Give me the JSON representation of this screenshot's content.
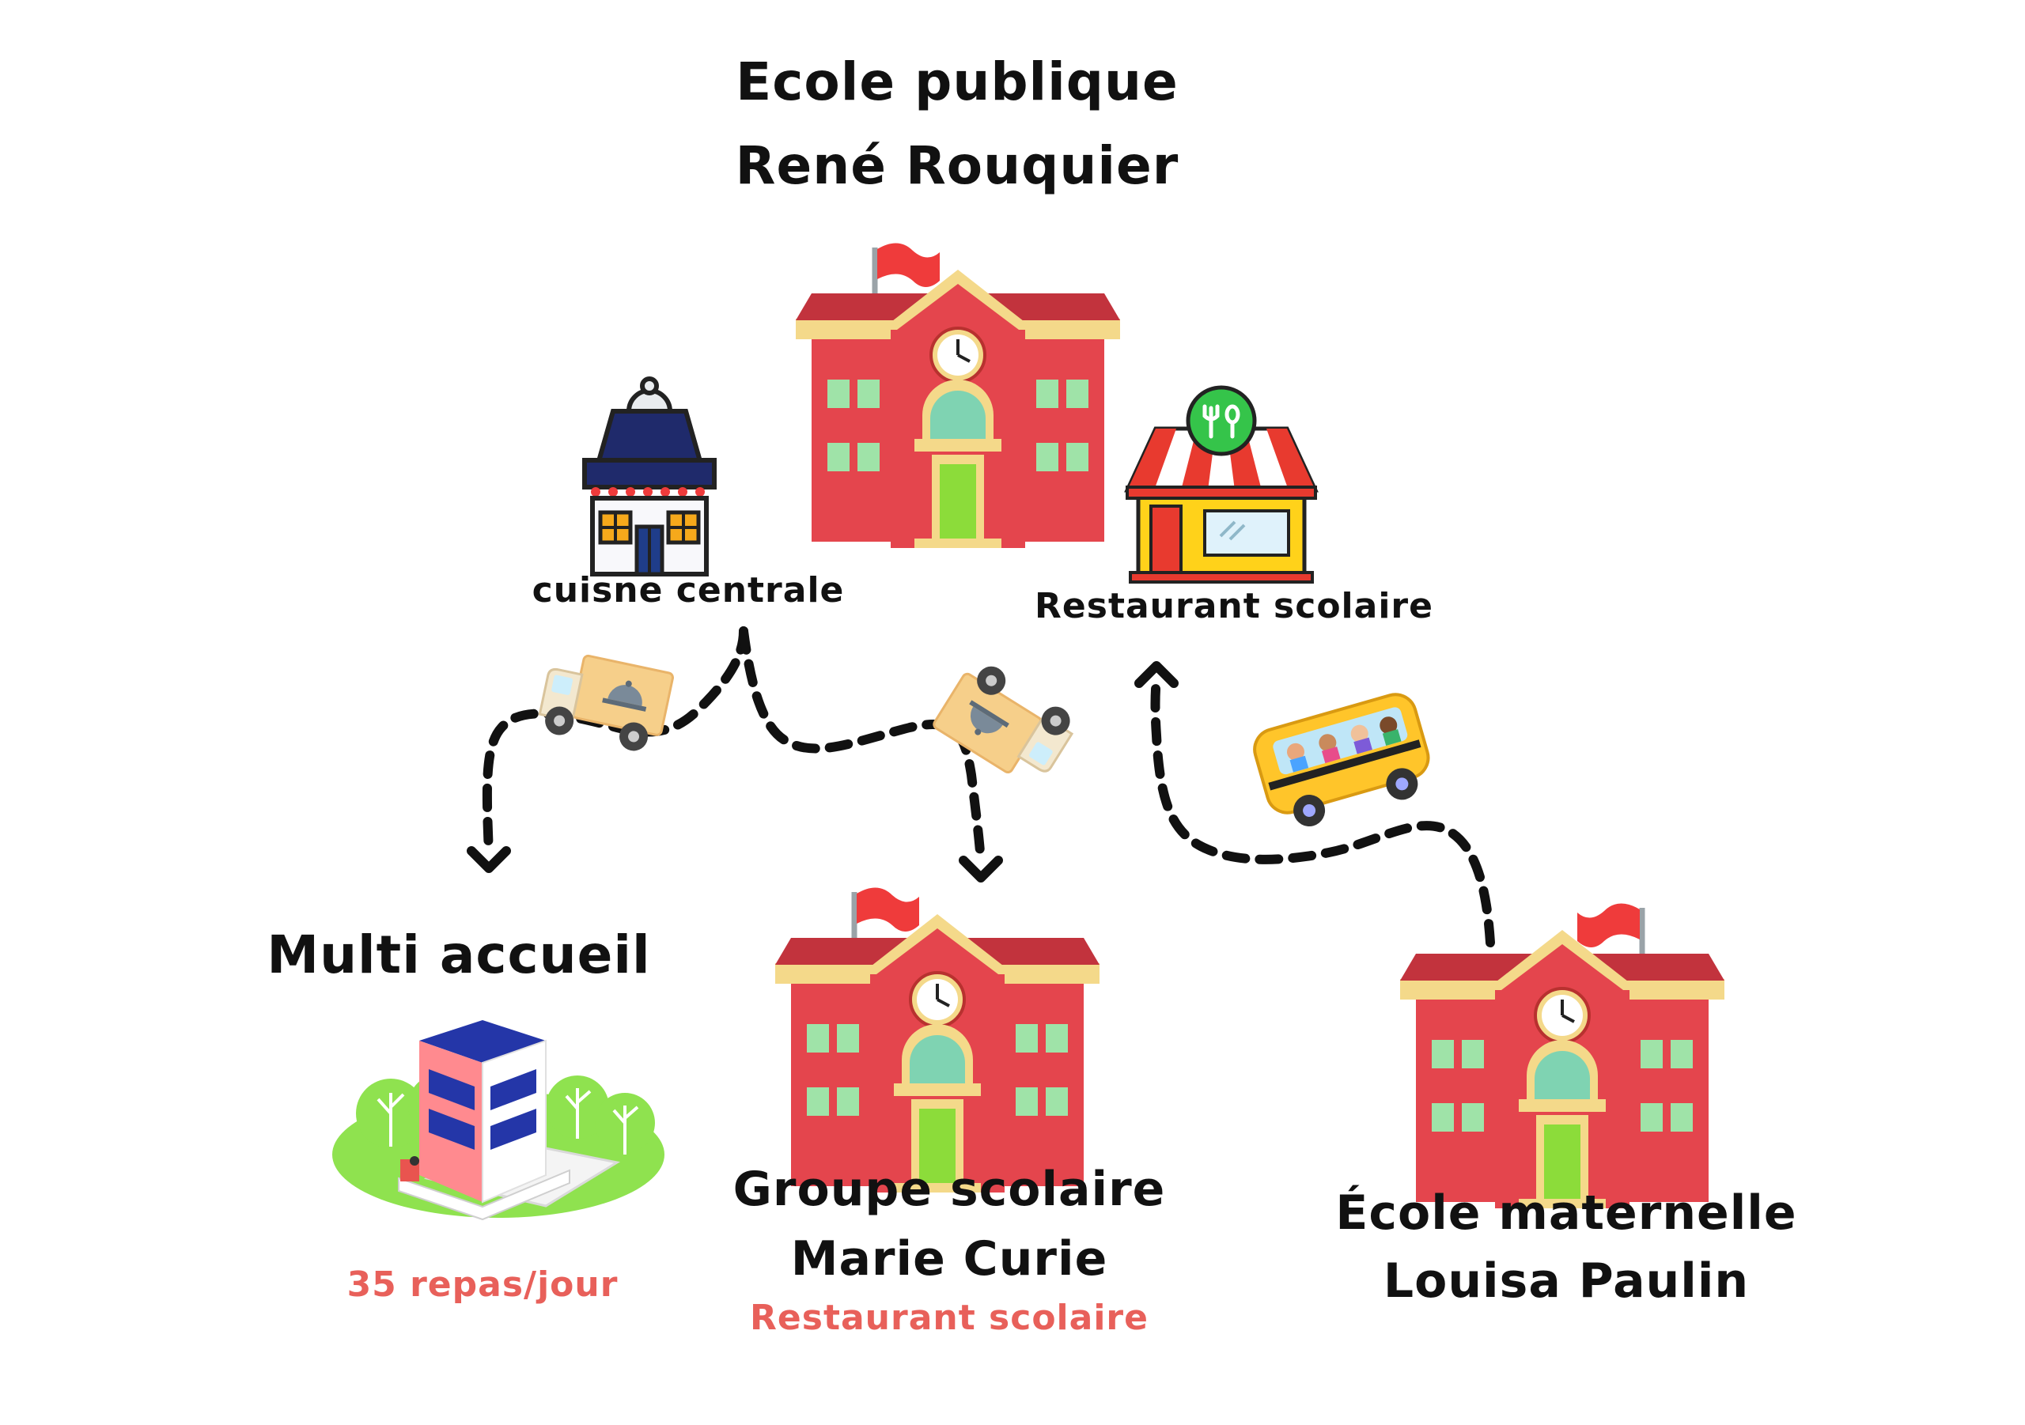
{
  "main_school": {
    "line1": "Ecole publique",
    "line2": "René Rouquier"
  },
  "kitchen": {
    "label": "cuisne centrale"
  },
  "restaurant": {
    "label": "Restaurant scolaire"
  },
  "multi_accueil": {
    "title": "Multi accueil",
    "meals": "35 repas/jour"
  },
  "groupe_scolaire": {
    "line1": "Groupe scolaire",
    "line2": "Marie Curie",
    "sub": "Restaurant scolaire"
  },
  "ecole_maternelle": {
    "line1": "École maternelle",
    "line2": "Louisa Paulin"
  },
  "icons": {
    "school": "school-building-icon",
    "kitchen": "central-kitchen-icon",
    "restaurant": "restaurant-shop-icon",
    "truck": "delivery-truck-icon",
    "bus": "school-bus-icon",
    "daycare": "daycare-building-icon"
  },
  "colors": {
    "accent_red": "#e8605a",
    "brick": "#e4454d",
    "roof": "#c2333d",
    "trim": "#f4d98a",
    "door": "#8cdc3a",
    "window": "#9fe3a8",
    "flag": "#ef3b3b",
    "kitchen_roof": "#1f2a6b",
    "restaurant_wall": "#ffd21a",
    "bus": "#ffc52a",
    "grass": "#8fe24f",
    "text": "#111111"
  }
}
